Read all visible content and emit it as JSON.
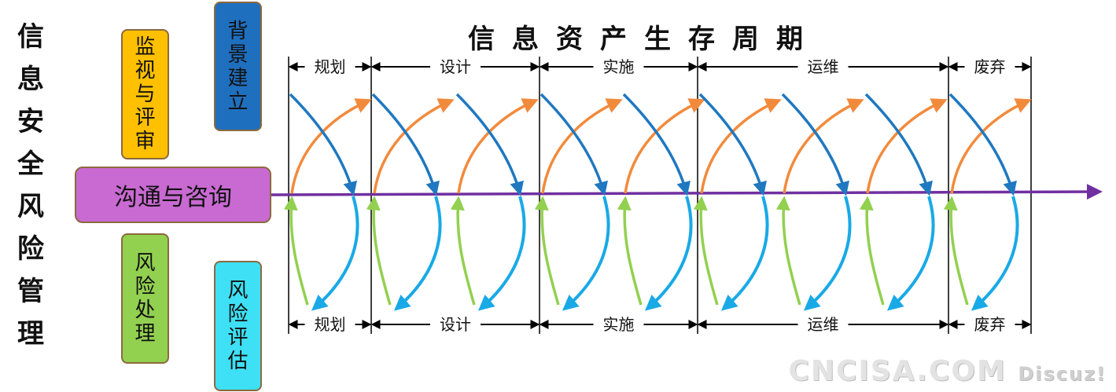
{
  "left_title": [
    "信",
    "息",
    "安",
    "全",
    "风",
    "险",
    "管",
    "理"
  ],
  "boxes": {
    "monitor": [
      "监",
      "视",
      "与",
      "评",
      "审"
    ],
    "context": [
      "背",
      "景",
      "建",
      "立"
    ],
    "communicate": "沟通与咨询",
    "treatment": [
      "风",
      "险",
      "处",
      "理"
    ],
    "assessment": [
      "风",
      "险",
      "评",
      "估"
    ]
  },
  "main_title": "信息资产生存周期",
  "phases": [
    "规划",
    "设计",
    "实施",
    "运维",
    "废弃"
  ],
  "watermark": {
    "main": "CNCISA.COM",
    "sub": "Discuz!"
  },
  "colors": {
    "timeline": "#7030a0",
    "arrow_up": "#f28a3c",
    "arrow_down": "#1f78c0",
    "arrow_up_low": "#92d050",
    "arrow_down_low": "#19a9e6"
  }
}
